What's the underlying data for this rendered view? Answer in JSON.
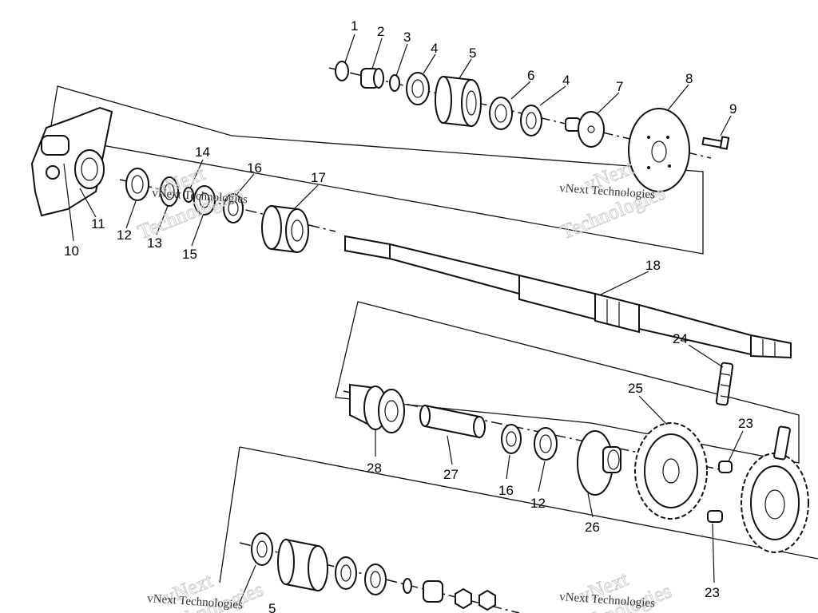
{
  "watermark": {
    "word1": "vNext",
    "word2": "Technologies",
    "full": "vNext Technologies"
  },
  "parts": [
    {
      "id": "p1",
      "label": "1"
    },
    {
      "id": "p2",
      "label": "2"
    },
    {
      "id": "p3",
      "label": "3"
    },
    {
      "id": "p4a",
      "label": "4"
    },
    {
      "id": "p5a",
      "label": "5"
    },
    {
      "id": "p6",
      "label": "6"
    },
    {
      "id": "p4b",
      "label": "4"
    },
    {
      "id": "p7",
      "label": "7"
    },
    {
      "id": "p8",
      "label": "8"
    },
    {
      "id": "p9",
      "label": "9"
    },
    {
      "id": "p10",
      "label": "10"
    },
    {
      "id": "p11",
      "label": "11"
    },
    {
      "id": "p12a",
      "label": "12"
    },
    {
      "id": "p13",
      "label": "13"
    },
    {
      "id": "p14",
      "label": "14"
    },
    {
      "id": "p15",
      "label": "15"
    },
    {
      "id": "p16a",
      "label": "16"
    },
    {
      "id": "p17",
      "label": "17"
    },
    {
      "id": "p18",
      "label": "18"
    },
    {
      "id": "p24",
      "label": "24"
    },
    {
      "id": "p25",
      "label": "25"
    },
    {
      "id": "p23a",
      "label": "23"
    },
    {
      "id": "p28",
      "label": "28"
    },
    {
      "id": "p27",
      "label": "27"
    },
    {
      "id": "p16b",
      "label": "16"
    },
    {
      "id": "p12b",
      "label": "12"
    },
    {
      "id": "p26",
      "label": "26"
    },
    {
      "id": "p23b",
      "label": "23"
    },
    {
      "id": "p5b",
      "label": "5"
    }
  ]
}
